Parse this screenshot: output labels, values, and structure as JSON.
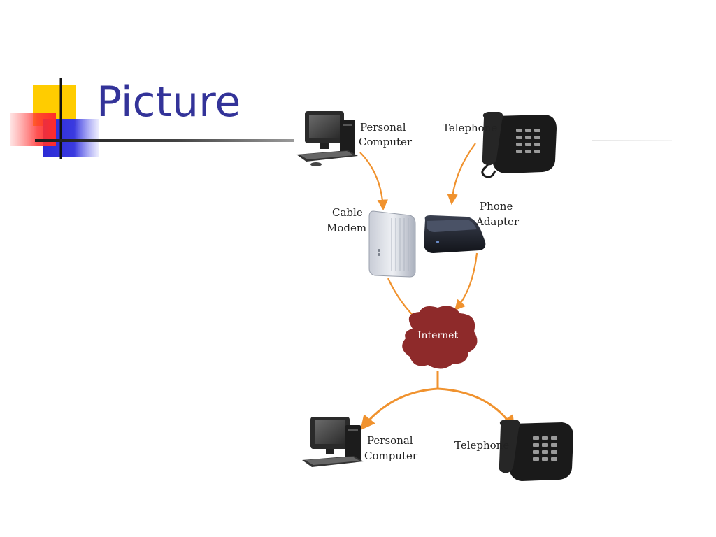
{
  "slide": {
    "title": "Picture"
  },
  "diagram": {
    "nodes": {
      "pc_top": {
        "line1": "Personal",
        "line2": "Computer"
      },
      "phone_top": {
        "label": "Telephone"
      },
      "cable_modem": {
        "line1": "Cable",
        "line2": "Modem"
      },
      "phone_adapter": {
        "line1": "Phone",
        "line2": "Adapter"
      },
      "internet": {
        "label": "Internet"
      },
      "pc_bottom": {
        "line1": "Personal",
        "line2": "Computer"
      },
      "phone_bottom": {
        "label": "Telephone"
      }
    },
    "edges": [
      {
        "from": "Personal Computer",
        "to": "Cable Modem"
      },
      {
        "from": "Telephone",
        "to": "Phone Adapter"
      },
      {
        "from": "Cable Modem",
        "to": "Internet"
      },
      {
        "from": "Phone Adapter",
        "to": "Internet"
      },
      {
        "from": "Internet",
        "to": "Personal Computer"
      },
      {
        "from": "Internet",
        "to": "Telephone"
      }
    ],
    "colors": {
      "arrow": "#f0922e",
      "cloud": "#8e2a2a",
      "title": "#333399"
    }
  }
}
